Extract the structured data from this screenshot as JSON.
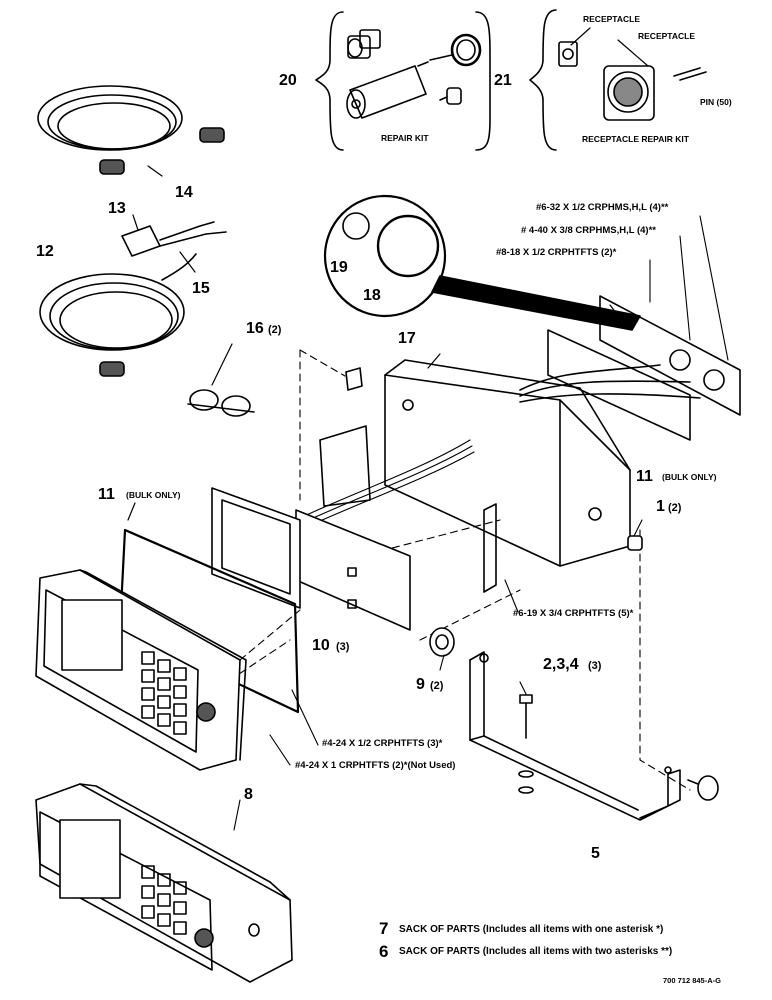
{
  "parts": {
    "p20": "20",
    "p20_caption": "REPAIR KIT",
    "p21": "21",
    "p21_receptacle_a": "RECEPTACLE",
    "p21_receptacle_b": "RECEPTACLE",
    "p21_pin": "PIN (50)",
    "p21_caption": "RECEPTACLE REPAIR KIT",
    "p14": "14",
    "p13": "13",
    "p12": "12",
    "p15": "15",
    "p19": "19",
    "p18": "18",
    "p16": "16",
    "p16_qty": "(2)",
    "p17": "17",
    "p11_left": "11",
    "p11_left_note": "(BULK ONLY)",
    "p11_right": "11",
    "p11_right_note": "(BULK ONLY)",
    "p1": "1",
    "p1_qty": "(2)",
    "p10": "10",
    "p10_qty": "(3)",
    "p9": "9",
    "p9_qty": "(2)",
    "p234": "2,3,4",
    "p234_qty": "(3)",
    "p8": "8",
    "p5": "5"
  },
  "screws": {
    "s1": "#6-32 X 1/2 CRPHMS,H,L (4)**",
    "s2": "# 4-40 X 3/8 CRPHMS,H,L (4)**",
    "s3": "#8-18 X 1/2 CRPHTFTS (2)*",
    "s4": "#6-19 X 3/4 CRPHTFTS (5)*",
    "s5": "#4-24 X 1/2 CRPHTFTS (3)*",
    "s6": "#4-24 X 1 CRPHTFTS (2)*(Not Used)"
  },
  "legend": {
    "n7": "7",
    "t7": "SACK OF PARTS (Includes all items with one asterisk *)",
    "n6": "6",
    "t6": "SACK OF PARTS (Includes all items with two asterisks **)"
  },
  "drawing_number": "700 712 845-A-G"
}
